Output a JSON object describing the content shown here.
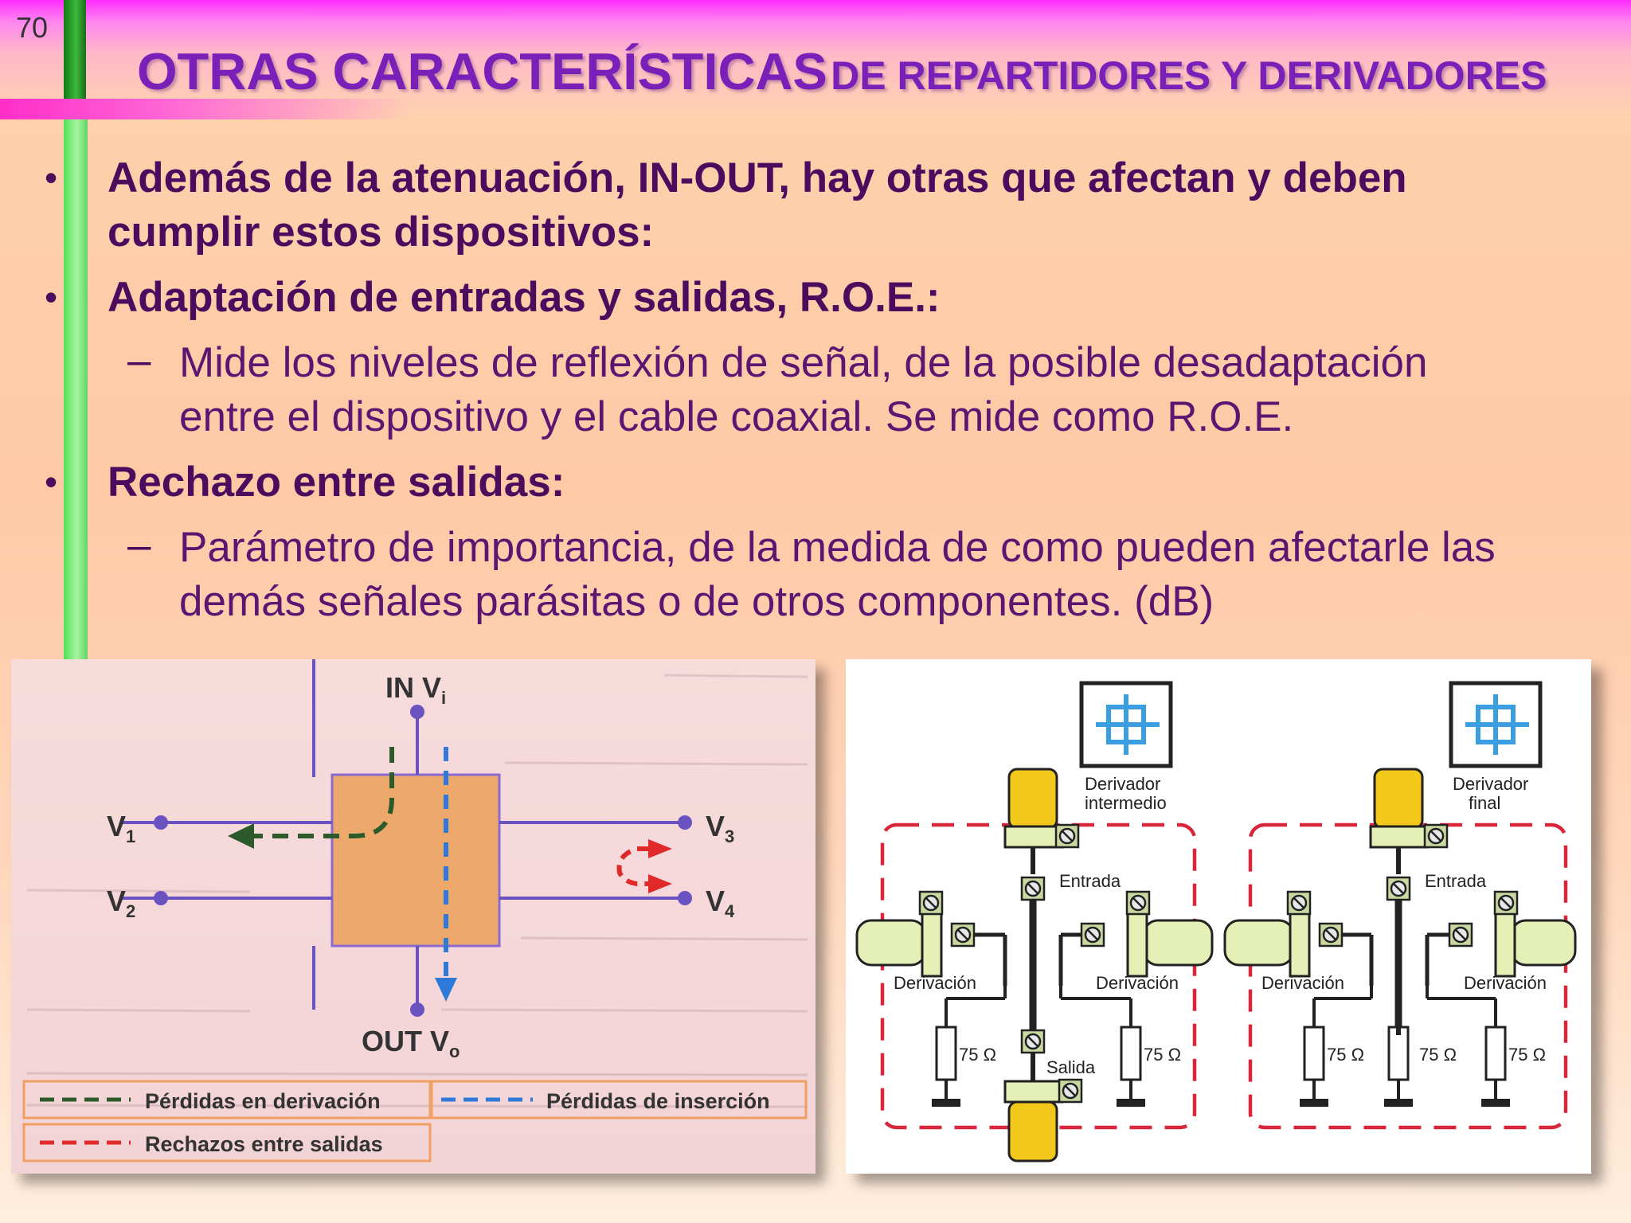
{
  "slide_number": "70",
  "title": {
    "main": "OTRAS CARACTERÍSTICAS",
    "secondary": "DE REPARTIDORES Y DERIVADORES"
  },
  "bullets": {
    "b1_line1": "Además de la atenuación, IN-OUT, hay otras que afectan y deben",
    "b1_line2": "cumplir estos dispositivos:",
    "b2": "Adaptación de entradas y salidas, R.O.E.:",
    "b2_sub_line1": "Mide los niveles de reflexión de señal, de la posible desadaptación",
    "b2_sub_line2": "entre el dispositivo y el cable coaxial. Se mide como R.O.E.",
    "b3": "Rechazo entre salidas:",
    "b3_sub_line1": "Parámetro de importancia, de la medida de como pueden afectarle las",
    "b3_sub_line2": "demás señales parásitas o de otros componentes. (dB)"
  },
  "bullet_symbol": "•",
  "dash_symbol": "–",
  "left_figure": {
    "in_label": "IN V",
    "in_sub": "i",
    "out_label": "OUT V",
    "out_sub": "o",
    "v1": "V",
    "v1_sub": "1",
    "v2": "V",
    "v2_sub": "2",
    "v3": "V",
    "v3_sub": "3",
    "v4": "V",
    "v4_sub": "4",
    "legend": [
      "Pérdidas en derivación",
      "Pérdidas de inserción",
      "Rechazos entre salidas"
    ],
    "colors": {
      "box": "#eda96b",
      "line": "#6a52c0",
      "green": "#2c5a2a",
      "blue": "#2f7ad8",
      "red": "#e02a2a"
    }
  },
  "right_figure": {
    "left_unit": {
      "caption_line1": "Derivador",
      "caption_line2": "intermedio",
      "entrada": "Entrada",
      "derivacion_left": "Derivación",
      "derivacion_right": "Derivación",
      "r1": "75 Ω",
      "r2": "75 Ω",
      "salida": "Salida"
    },
    "right_unit": {
      "caption_line1": "Derivador",
      "caption_line2": "final",
      "entrada": "Entrada",
      "derivacion_left": "Derivación",
      "derivacion_right": "Derivación",
      "r1": "75 Ω",
      "r2": "75 Ω",
      "r3": "75 Ω"
    },
    "colors": {
      "cable": "#f2c81a",
      "branch": "#e4efb6",
      "dashed": "#d8263a",
      "icon": "#3a9ee0"
    }
  }
}
